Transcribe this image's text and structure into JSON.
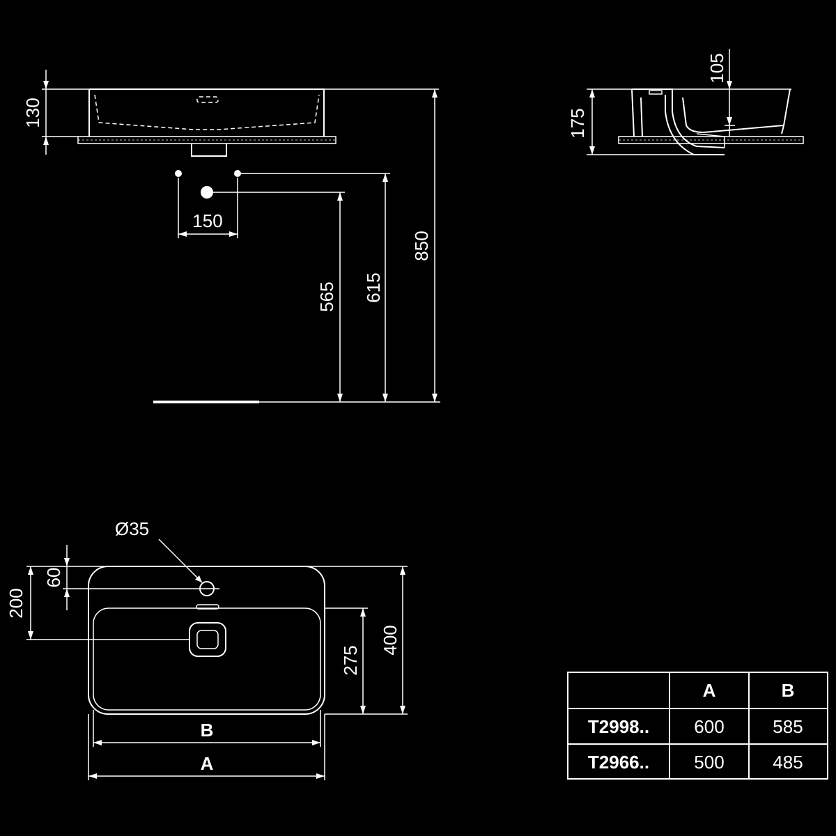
{
  "side_view": {
    "dims": {
      "height_130": "130",
      "tap_spacing_150": "150",
      "waste_565": "565",
      "supply_615": "615",
      "rim_850": "850"
    }
  },
  "section_view": {
    "dims": {
      "height_175": "175",
      "depth_105": "105"
    }
  },
  "plan_view": {
    "dims": {
      "tap_hole": "Ø35",
      "offset_60": "60",
      "offset_200": "200",
      "bowl_275": "275",
      "depth_400": "400",
      "width_b": "B",
      "width_a": "A"
    }
  },
  "size_table": {
    "headers": [
      "",
      "A",
      "B"
    ],
    "rows": [
      {
        "code": "T2998..",
        "a": "600",
        "b": "585"
      },
      {
        "code": "T2966..",
        "a": "500",
        "b": "485"
      }
    ]
  }
}
